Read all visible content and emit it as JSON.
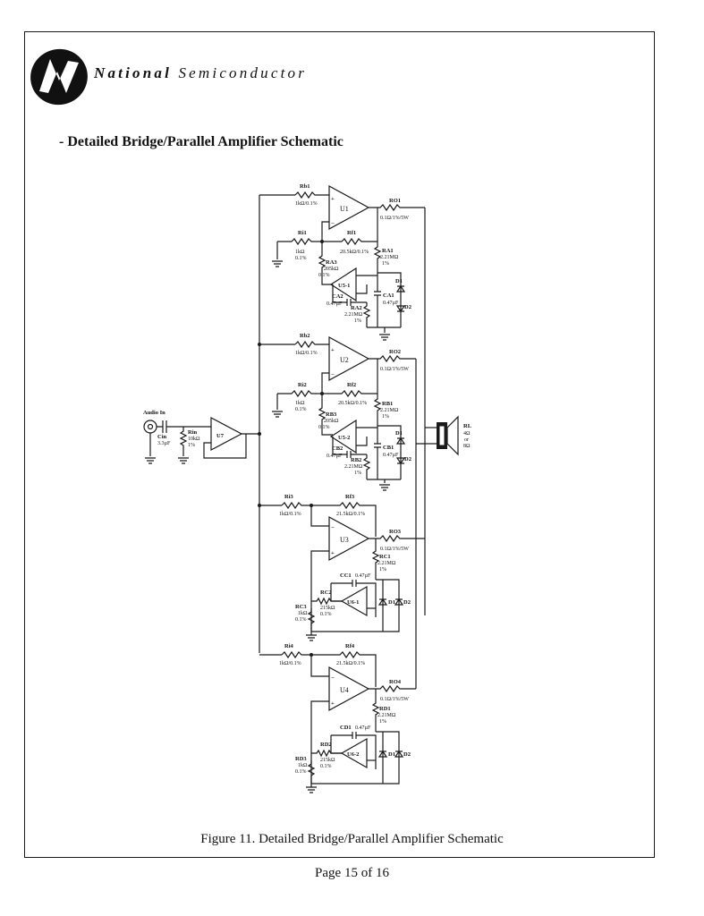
{
  "header": {
    "brand_bold": "National",
    "brand_rest": "Semiconductor"
  },
  "heading": "- Detailed Bridge/Parallel Amplifier Schematic",
  "caption": "Figure 11.  Detailed Bridge/Parallel Amplifier Schematic",
  "footer": {
    "page": "Page 15 of 16"
  },
  "schematic": {
    "input": {
      "label": "Audio In",
      "cap": "Cin",
      "cap_value": "3.3µF",
      "resistor": "Rin",
      "resistor_value": "10kΩ",
      "resistor_tol": "1%",
      "buffer": "U7"
    },
    "stage1": {
      "amp": "U1",
      "rb": "Rb1",
      "rb_value": "1kΩ/0.1%",
      "ri": "Ri1",
      "ri_value": "1kΩ",
      "ri_tol": "0.1%",
      "rf": "Rf1",
      "rf_value": "20.5kΩ/0.1%",
      "ro": "RO1",
      "ro_value": "0.1Ω/1%/5W",
      "ra1": "RA1",
      "ra1_value": "2.21MΩ",
      "ra1_tol": "1%",
      "ra3": "RA3",
      "ra3_value": "205kΩ",
      "ra3_tol": "0.1%",
      "servo": "U5-1",
      "ca2": "CA2",
      "ca2_value": "0.47µF",
      "ca1": "CA1",
      "ca1_value": "0.47µF",
      "ra2": "RA2",
      "ra2_value": "2.21MΩ",
      "ra2_tol": "1%",
      "d1": "D1",
      "d2": "D2"
    },
    "stage2": {
      "amp": "U2",
      "rb": "Rb2",
      "rb_value": "1kΩ/0.1%",
      "ri": "Ri2",
      "ri_value": "1kΩ",
      "ri_tol": "0.1%",
      "rf": "Rf2",
      "rf_value": "20.5kΩ/0.1%",
      "ro": "RO2",
      "ro_value": "0.1Ω/1%/5W",
      "rb1": "RB1",
      "rb1_value": "2.21MΩ",
      "rb1_tol": "1%",
      "rb3": "RB3",
      "rb3_value": "205kΩ",
      "rb3_tol": "0.1%",
      "servo": "U5-2",
      "cb2": "CB2",
      "cb2_value": "0.47µF",
      "cb1": "CB1",
      "cb1_value": "0.47µF",
      "rb2": "RB2",
      "rb2_value": "2.21MΩ",
      "rb2_tol": "1%",
      "d1": "D1",
      "d2": "D2"
    },
    "stage3": {
      "amp": "U3",
      "ri": "Ri3",
      "ri_value": "1kΩ/0.1%",
      "rf": "Rf3",
      "rf_value": "21.5kΩ/0.1%",
      "ro": "RO3",
      "ro_value": "0.1Ω/1%/5W",
      "rc1": "RC1",
      "rc1_value": "2.21MΩ",
      "rc1_tol": "1%",
      "cc1": "CC1",
      "cc1_value": "0.47µF",
      "rc2": "RC2",
      "rc2_value": "215kΩ",
      "rc2_tol": "0.1%",
      "servo": "U6-1",
      "rc3": "RC3",
      "rc3_value": "1kΩ",
      "rc3_tol": "0.1%",
      "d1": "D1",
      "d2": "D2"
    },
    "stage4": {
      "amp": "U4",
      "ri": "Ri4",
      "ri_value": "1kΩ/0.1%",
      "rf": "Rf4",
      "rf_value": "21.5kΩ/0.1%",
      "ro": "RO4",
      "ro_value": "0.1Ω/1%/5W",
      "rd1": "RD1",
      "rd1_value": "2.21MΩ",
      "rd1_tol": "1%",
      "cd1": "CD1",
      "cd1_value": "0.47µF",
      "rd2": "RD2",
      "rd2_value": "215kΩ",
      "rd2_tol": "0.1%",
      "servo": "U6-2",
      "rd3": "RD3",
      "rd3_value": "1kΩ",
      "rd3_tol": "0.1%",
      "d1": "D1",
      "d2": "D2"
    },
    "load": {
      "label": "RL",
      "value1": "4Ω",
      "value2": "or",
      "value3": "8Ω"
    },
    "opamp_plus": "+",
    "opamp_minus": "−"
  }
}
